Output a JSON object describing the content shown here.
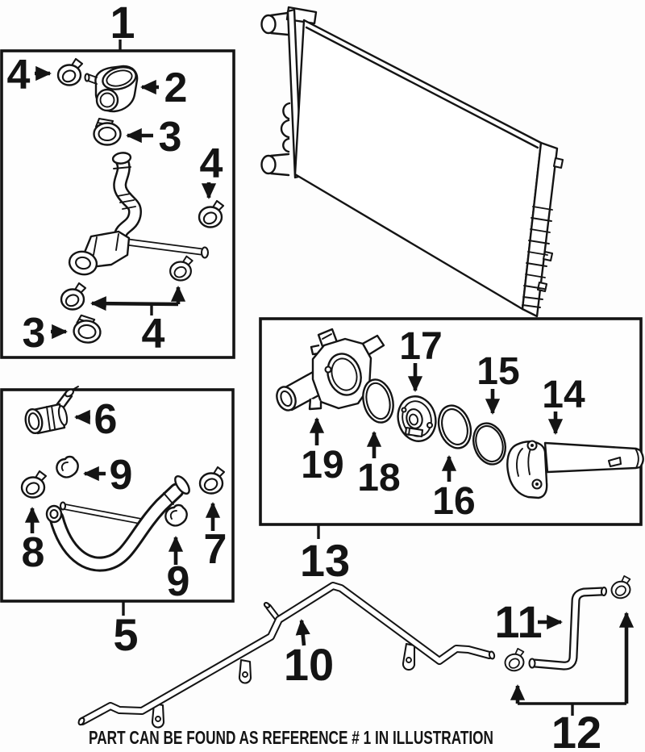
{
  "diagram": {
    "background_color": "#fdfdfd",
    "line_color": "#141414",
    "note": {
      "text": "PART CAN BE FOUND AS REFERENCE # 1 IN ILLUSTRATION",
      "color": "#cc2127"
    },
    "callouts": {
      "box1": {
        "label": "1",
        "clamp_top_left": "4",
        "cover": "2",
        "clamp_upper": "3",
        "clamp_right": "4",
        "clamp_pair_bottom": "4",
        "clamp_bottom_left": "3"
      },
      "box5": {
        "label": "5",
        "connector": "6",
        "clamp_right": "7",
        "clamp_left": "8",
        "clamp_upper": "9",
        "clamp_lower": "9"
      },
      "box13": {
        "label": "13",
        "outlet": "14",
        "oring_outer": "15",
        "oring_middle": "16",
        "thermostat": "17",
        "oring_inner": "18",
        "housing": "19"
      },
      "pipe": "10",
      "hose": "11",
      "clamp_pair": "12"
    }
  }
}
